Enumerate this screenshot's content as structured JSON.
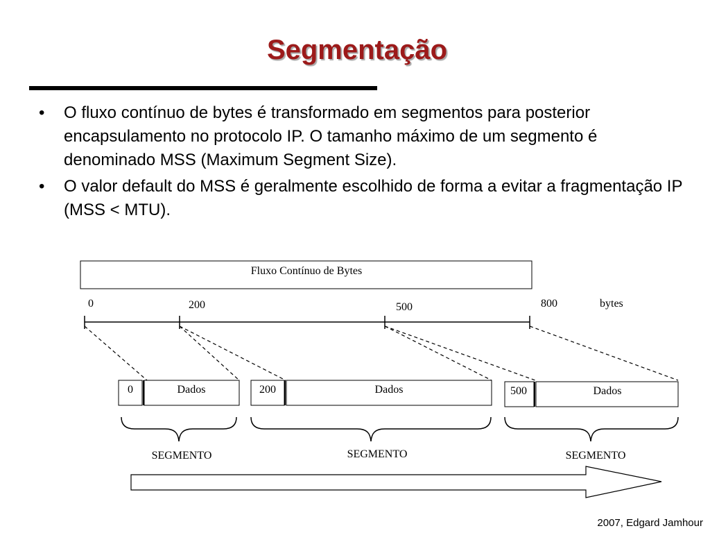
{
  "slide": {
    "title": "Segmentação",
    "bullets": [
      "O fluxo contínuo de bytes é transformado em segmentos para posterior encapsulamento no protocolo IP. O tamanho máximo de um segmento é denominado MSS (Maximum Segment Size).",
      "O valor default do MSS é geralmente escolhido de forma a evitar a fragmentação IP (MSS < MTU)."
    ],
    "bullet_symbol": "•",
    "footer": "2007, Edgard Jamhour",
    "title_color": "#9c1a1a"
  },
  "diagram": {
    "stream_label": "Fluxo Contínuo de Bytes",
    "offsets": [
      "0",
      "200",
      "500",
      "800"
    ],
    "unit_label": "bytes",
    "segments": [
      {
        "offset": "0",
        "data_label": "Dados",
        "caption": "SEGMENTO"
      },
      {
        "offset": "200",
        "data_label": "Dados",
        "caption": "SEGMENTO"
      },
      {
        "offset": "500",
        "data_label": "Dados",
        "caption": "SEGMENTO"
      }
    ]
  }
}
